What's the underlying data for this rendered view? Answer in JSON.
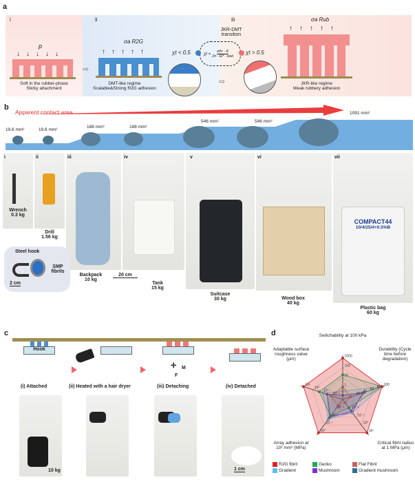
{
  "panel_a": {
    "label": "a",
    "i": {
      "num": "i",
      "force": "p",
      "caption": [
        "Soft in the rubber-phase",
        "Sticky attachment"
      ]
    },
    "ii": {
      "num": "ii",
      "stress": "σa R2G",
      "caption": [
        "DMT-like regime",
        "Scalable&Strong R2G adhesion"
      ],
      "chi": "χt < 0.5"
    },
    "transition": {
      "title": [
        "JKR-DMT",
        "transition"
      ],
      "formula_lhs": "χt =",
      "formula_num": "σth² · R",
      "formula_den": "2π · Et* · wad"
    },
    "iii": {
      "num": "iii",
      "stress": "σa Rub",
      "chi": "χt > 0.5",
      "caption": [
        "JKR-like regime",
        "Weak rubbery adhesion"
      ]
    },
    "colors": {
      "rubber": "#f28f8f",
      "glass": "#4a8fd0",
      "substrate": "#9c8b4f"
    }
  },
  "panel_b": {
    "label": "b",
    "arrow_label": "Apparent contact area",
    "areas": [
      "19.6 mm²",
      "19.6 mm²",
      "188 mm²",
      "188 mm²",
      "546 mm²",
      "546 mm²",
      "1091 mm²"
    ],
    "items": [
      {
        "num": "i",
        "name": "Wrench",
        "mass": "0.3 kg"
      },
      {
        "num": "ii",
        "name": "Drill",
        "mass": "1.56 kg"
      },
      {
        "num": "iii",
        "name": "Backpack",
        "mass": "10 kg"
      },
      {
        "num": "iv",
        "name": "Tank",
        "mass": "15 kg"
      },
      {
        "num": "v",
        "name": "Suitcase",
        "mass": "30 kg"
      },
      {
        "num": "vi",
        "name": "Wood box",
        "mass": "40 kg"
      },
      {
        "num": "vii",
        "name": "Plastic bag",
        "mass": "60 kg"
      }
    ],
    "inset": {
      "hook": "Steel hook",
      "fibrils": "SMP fibrils",
      "scale": "2 cm"
    },
    "scale_bar": "20 cm",
    "bag_text": [
      "COMPACT44",
      "10/4/25/4+0.5%B"
    ]
  },
  "panel_c": {
    "label": "c",
    "hook_label": "Hook",
    "force_labels": {
      "moment": "M",
      "force": "F"
    },
    "steps": [
      "(i) Attached",
      "(ii) Heated with a hair dryer",
      "(iii) Detaching",
      "(iv) Detached"
    ],
    "mass_label": "10 kg",
    "inset_scale": "1 cm"
  },
  "panel_d": {
    "label": "d"
  },
  "chart_data": {
    "type": "radar",
    "axes": [
      {
        "label": "Switchability at 100 kPa",
        "ticks": [
          "1",
          "10",
          "100",
          "1000"
        ],
        "scale": "log"
      },
      {
        "label": "Durability (Cycle time before degradation)",
        "ticks": [
          "20",
          "40",
          "60",
          "80",
          "100"
        ],
        "scale": "linear"
      },
      {
        "label": "Critical fibril radius at 1 MPa (μm)",
        "ticks": [
          "10⁻²",
          "10⁻¹",
          "10⁰",
          "10¹"
        ],
        "scale": "log"
      },
      {
        "label": "Array adhesion at 10² mm² (MPa)",
        "ticks": [
          "10⁻³",
          "10⁻²",
          "10⁻¹",
          "10⁰"
        ],
        "scale": "log"
      },
      {
        "label": "Adaptable surface roughness value (μm)",
        "ticks": [
          "10⁻²",
          "10⁻¹",
          "10⁰",
          "10¹"
        ],
        "scale": "log"
      }
    ],
    "series": [
      {
        "name": "R2G fibril",
        "color": "#e02020",
        "levels": [
          1.0,
          1.0,
          1.0,
          1.0,
          1.0
        ]
      },
      {
        "name": "Gecko",
        "color": "#1fa85a",
        "levels": [
          0.6,
          1.0,
          0.25,
          0.5,
          0.6
        ]
      },
      {
        "name": "Flat Fibril",
        "color": "#c86464",
        "levels": [
          0.3,
          0.2,
          0.1,
          0.2,
          0.3
        ]
      },
      {
        "name": "Gradient",
        "color": "#5bbdf0",
        "levels": [
          0.2,
          1.0,
          0.4,
          0.6,
          0.5
        ]
      },
      {
        "name": "Mushroom",
        "color": "#7b2fd8",
        "levels": [
          0.1,
          0.5,
          0.4,
          0.5,
          0.4
        ]
      },
      {
        "name": "Gradient mushroom",
        "color": "#2f7090",
        "levels": [
          0.1,
          0.55,
          0.35,
          0.55,
          0.4
        ]
      }
    ],
    "legend": "bottom",
    "grid": true
  }
}
